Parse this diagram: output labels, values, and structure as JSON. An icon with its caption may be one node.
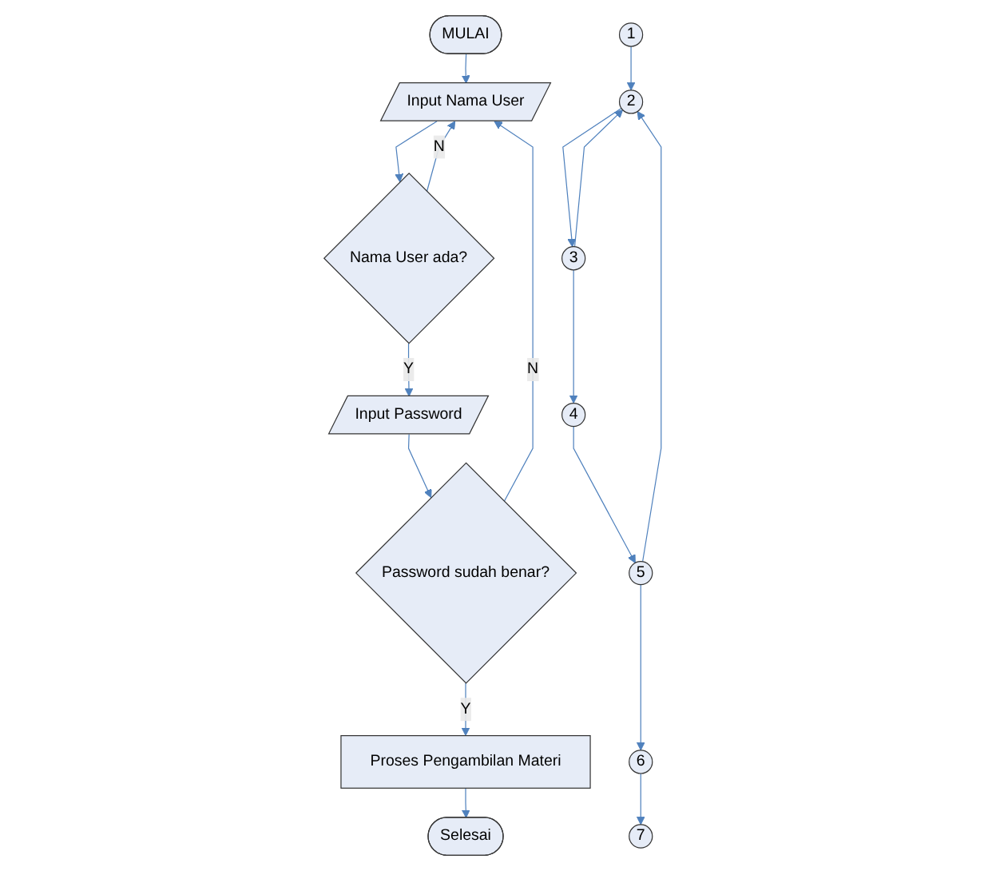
{
  "diagram": {
    "nodes": [
      {
        "text": [
          "MULAI"
        ]
      },
      {
        "text": [
          "Input Nama User"
        ]
      },
      {
        "text": [
          "Nama User ada?"
        ]
      },
      {
        "text": [
          "Input Password"
        ]
      },
      {
        "text": [
          "Password sudah benar?"
        ]
      },
      {
        "text": [
          "Proses Pengambilan Materi"
        ]
      },
      {
        "text": [
          "Selesai"
        ]
      },
      {
        "text": [
          "1"
        ]
      },
      {
        "text": [
          "2"
        ]
      },
      {
        "text": [
          "3"
        ]
      },
      {
        "text": [
          "4"
        ]
      },
      {
        "text": [
          "5"
        ]
      },
      {
        "text": [
          "6"
        ]
      },
      {
        "text": [
          "7"
        ]
      }
    ],
    "edges": [
      {
        "from": 0,
        "to": 1,
        "arrow": "to"
      },
      {
        "from": 1,
        "to": 2,
        "arrow": "to"
      },
      {
        "from": 2,
        "to": 1,
        "arrow": "to",
        "label": "N"
      },
      {
        "from": 2,
        "to": 3,
        "arrow": "to",
        "label": "Y"
      },
      {
        "from": 3,
        "to": 4,
        "arrow": "to"
      },
      {
        "from": 4,
        "to": 1,
        "arrow": "to",
        "label": "N"
      },
      {
        "from": 4,
        "to": 5,
        "arrow": "to",
        "label": "Y"
      },
      {
        "from": 5,
        "to": 6,
        "arrow": "to"
      },
      {
        "from": 7,
        "to": 8,
        "arrow": "to"
      },
      {
        "from": 8,
        "to": 9,
        "arrow": "to"
      },
      {
        "from": 9,
        "to": 8,
        "arrow": "to"
      },
      {
        "from": 9,
        "to": 10,
        "arrow": "to"
      },
      {
        "from": 10,
        "to": 11,
        "arrow": "to"
      },
      {
        "from": 11,
        "to": 8,
        "arrow": "to"
      },
      {
        "from": 11,
        "to": 12,
        "arrow": "to"
      },
      {
        "from": 12,
        "to": 13,
        "arrow": "to"
      }
    ]
  }
}
